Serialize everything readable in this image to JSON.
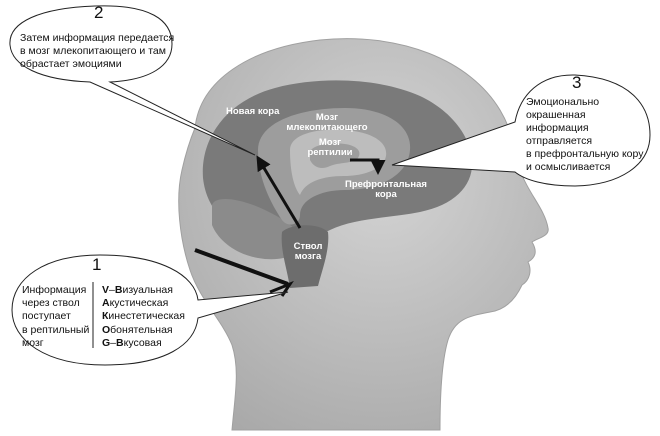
{
  "colors": {
    "head": "#c9c9c9",
    "head_edge": "#9a9a9a",
    "neocortex": "#7a7a7a",
    "limbic": "#9d9d9d",
    "reptile": "#bdbdbd",
    "cerebellum": "#8b8b8b",
    "stem": "#6d6d6d",
    "arrow": "#111111"
  },
  "callouts": {
    "one": {
      "number": "1",
      "text": [
        "Информация",
        "через ствол",
        "поступает",
        "в рептильный",
        "мозг"
      ],
      "senses": [
        {
          "key": "V",
          "sep": "–",
          "key2": "В",
          "rest": "изуальная"
        },
        {
          "key": "А",
          "sep": "",
          "key2": "",
          "rest": "кустическая"
        },
        {
          "key": "К",
          "sep": "",
          "key2": "",
          "rest": "инестетическая"
        },
        {
          "key": "О",
          "sep": "",
          "key2": "",
          "rest": "бонятельная"
        },
        {
          "key": "G",
          "sep": "–",
          "key2": "В",
          "rest": "кусовая"
        }
      ]
    },
    "two": {
      "number": "2",
      "text": [
        "Затем информация передается",
        "в мозг млекопитающего и там",
        "обрастает эмоциями"
      ]
    },
    "three": {
      "number": "3",
      "text": [
        "Эмоционально",
        "окрашенная информация",
        "отправляется",
        "в префронтальную кору",
        "и осмысливается"
      ]
    }
  },
  "brain_labels": {
    "neocortex": "Новая кора",
    "mammal": [
      "Мозг",
      "млекопитающего"
    ],
    "reptile": [
      "Мозг",
      "рептилии"
    ],
    "prefrontal": [
      "Префронтальная",
      "кора"
    ],
    "stem": [
      "Ствол",
      "мозга"
    ]
  }
}
